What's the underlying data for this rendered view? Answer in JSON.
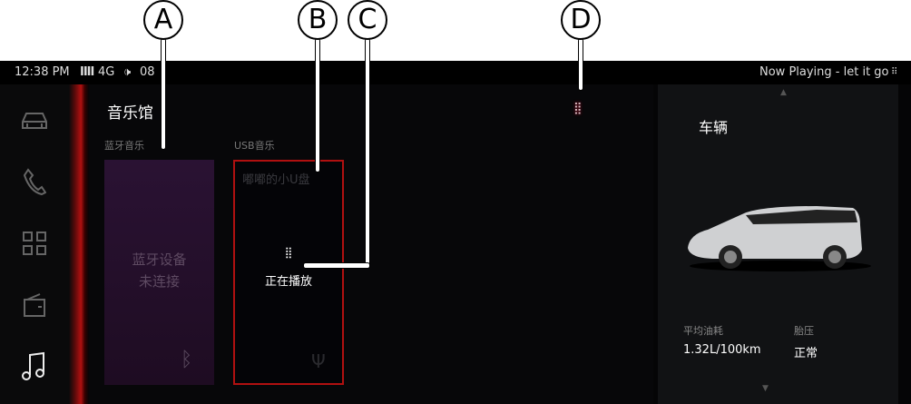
{
  "callouts": [
    "A",
    "B",
    "C",
    "D"
  ],
  "status": {
    "time": "12:38 PM",
    "signal": "4G",
    "volume": "08",
    "now_playing": "Now Playing - let it go"
  },
  "sidebar": {
    "items": [
      "car",
      "phone",
      "apps",
      "radio",
      "music"
    ],
    "active": "music"
  },
  "main": {
    "title": "音乐馆",
    "bluetooth": {
      "section": "蓝牙音乐",
      "line1": "蓝牙设备",
      "line2": "未连接"
    },
    "usb": {
      "section": "USB音乐",
      "device": "嘟嘟的小U盘",
      "status": "正在播放"
    }
  },
  "vehicle": {
    "title": "车辆",
    "fuel_label": "平均油耗",
    "fuel_value": "1.32L/100km",
    "tire_label": "胎压",
    "tire_value": "正常"
  },
  "colors": {
    "accent": "#c01010",
    "bt_card": "#2a1230"
  }
}
